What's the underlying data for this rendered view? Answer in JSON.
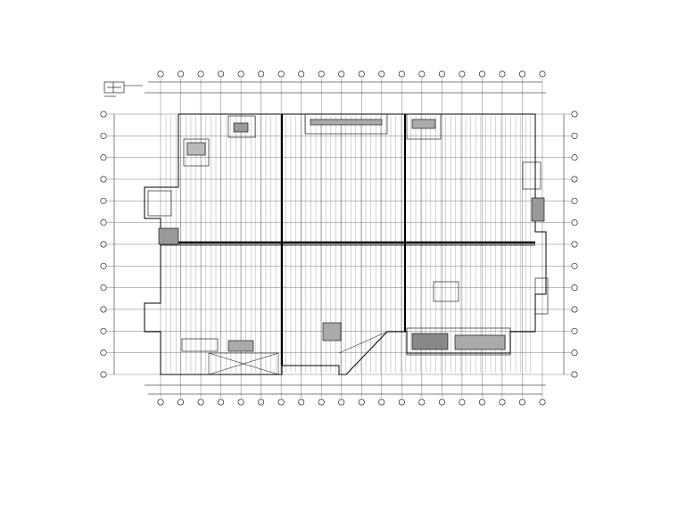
{
  "drawing": {
    "type": "cad-floor-plan",
    "colors": {
      "line": "#000000",
      "grid": "#333333",
      "background": "#ffffff"
    },
    "column_axes_top_count": 20,
    "column_axes_bottom_count": 20,
    "row_axes_left_count": 13,
    "row_axes_right_count": 13,
    "legend_icon": "stair-section-icon",
    "labels": []
  }
}
